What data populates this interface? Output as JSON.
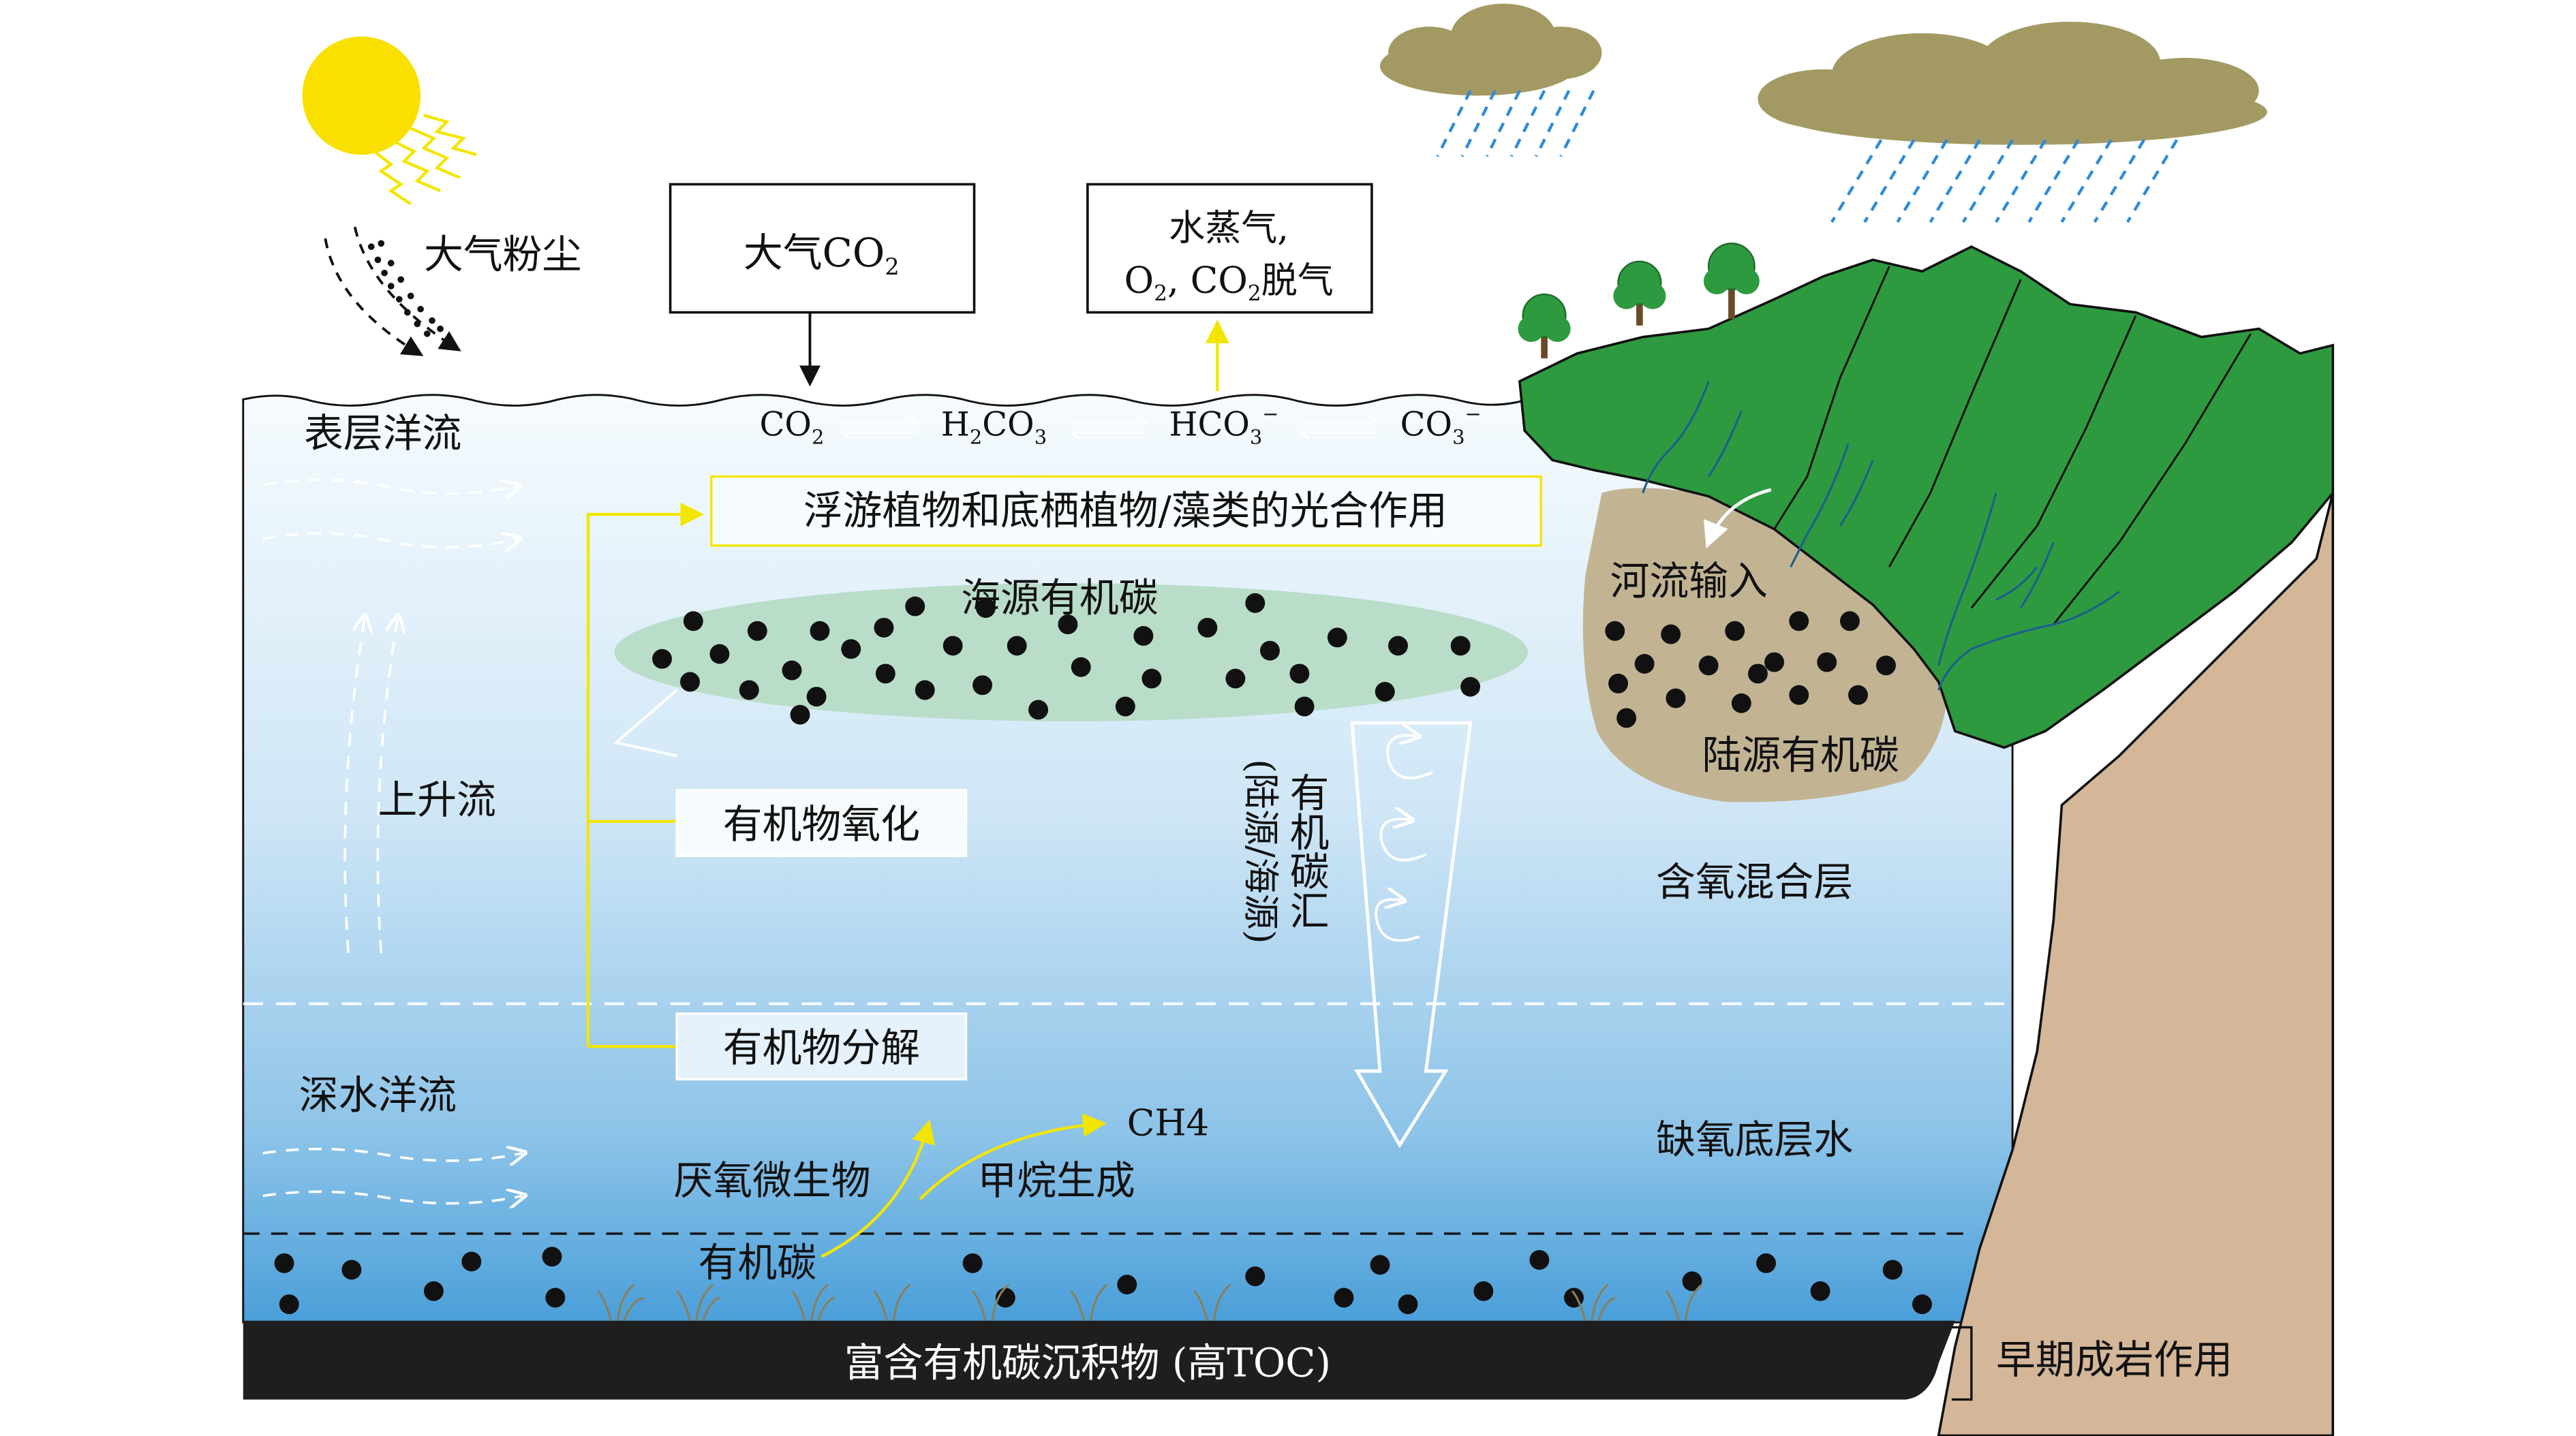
{
  "labels": {
    "dust": "大气粉尘",
    "atmos_co2_box": "大气CO",
    "atmos_co2_sub": "2",
    "vapor_line1": "水蒸气,",
    "vapor_o": "O",
    "vapor_o_sub": "2",
    "vapor_co2": ", CO",
    "vapor_co2_sub": "2",
    "vapor_degas": "脱气",
    "surface_current": "表层洋流",
    "eq_co2": "CO",
    "eq_co2_sub": "2",
    "eq_h2co3_h": "H",
    "eq_h2co3_h_sub": "2",
    "eq_h2co3_co": "CO",
    "eq_h2co3_co_sub": "3",
    "eq_hco3": "HCO",
    "eq_hco3_sub": "3",
    "eq_hco3_sup": "−",
    "eq_co3": "CO",
    "eq_co3_sub": "3",
    "eq_co3_sup": "−",
    "photosynthesis": "浮游植物和底栖植物/藻类的光合作用",
    "marine_oc": "海源有机碳",
    "river_input": "河流输入",
    "terrestrial_oc": "陆源有机碳",
    "upwelling": "上升流",
    "om_oxidation": "有机物氧化",
    "oc_sink": "有机碳汇",
    "oc_sink_sub": "(陆源/海源)",
    "oxic_layer": "含氧混合层",
    "deep_current": "深水洋流",
    "om_decomposition": "有机物分解",
    "ch4": "CH4",
    "anoxic_water": "缺氧底层水",
    "anaerobic_microbes": "厌氧微生物",
    "methanogenesis": "甲烷生成",
    "organic_carbon": "有机碳",
    "sediment": "富含有机碳沉积物 (高TOC)",
    "early_diagenesis": "早期成岩作用"
  },
  "colors": {
    "sun": "#F9E000",
    "cloud": "#A39A63",
    "rain": "#2E8BD8",
    "land_green": "#2E9A3F",
    "rock": "#D4B799",
    "terrestrial_zone": "#C2B493",
    "marine_zone": "#B9DDC9",
    "water_top": "#F4FAFE",
    "water_bottom": "#4BA2DA",
    "yellow_arrow": "#F2E600",
    "sediment": "#1E1E1E",
    "river": "#1C5F8E"
  }
}
